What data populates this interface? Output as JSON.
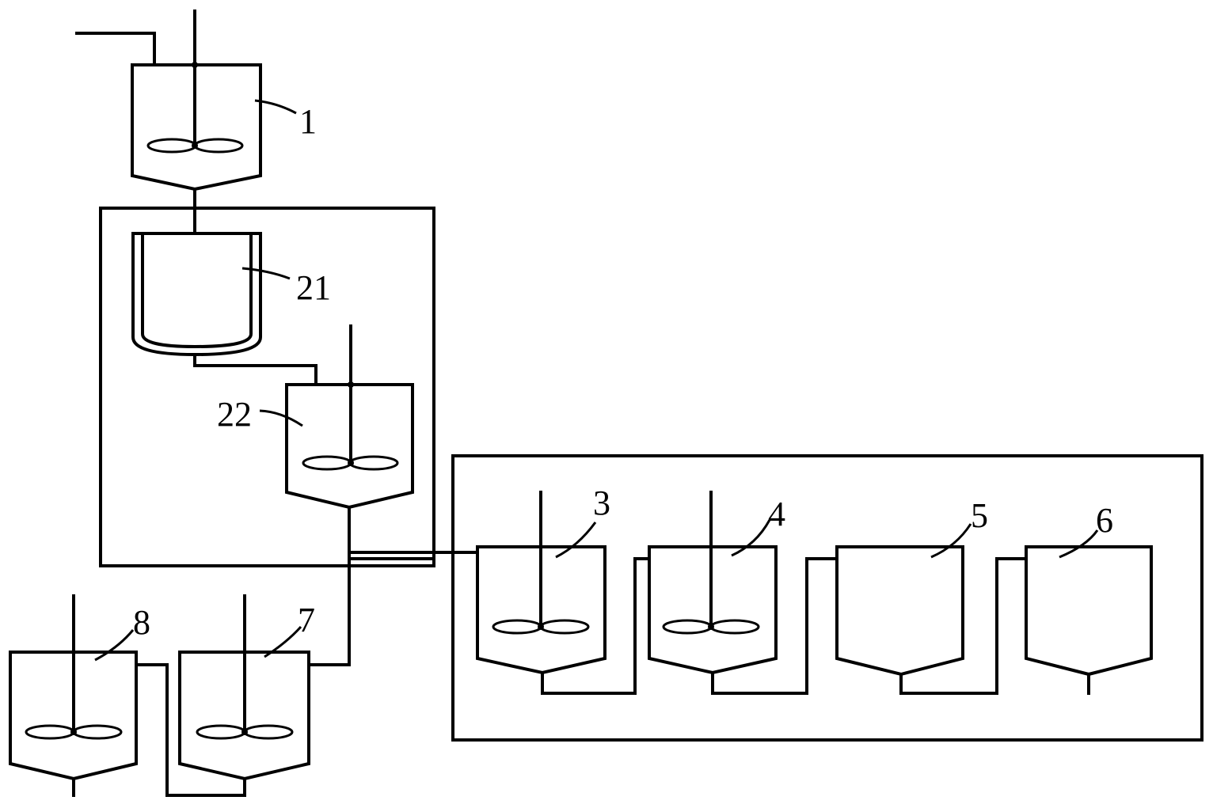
{
  "labels": {
    "tank_1": "1",
    "tank_21": "21",
    "tank_22": "22",
    "tank_3": "3",
    "tank_4": "4",
    "tank_5": "5",
    "tank_6": "6",
    "tank_7": "7",
    "tank_8": "8"
  },
  "colors": {
    "line": "#000000",
    "background": "#ffffff"
  }
}
